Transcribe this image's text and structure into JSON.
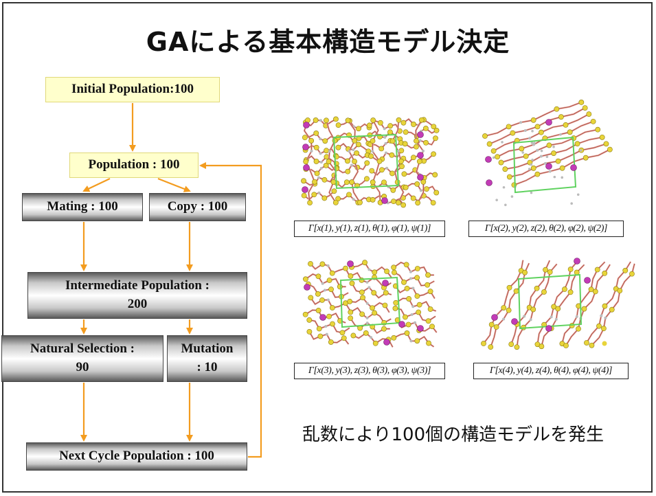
{
  "slide": {
    "title": "GAによる基本構造モデル決定",
    "caption": "乱数により100個の構造モデルを発生"
  },
  "flow": {
    "initial": "Initial Population:100",
    "population": "Population : 100",
    "mating": "Mating : 100",
    "copy": "Copy : 100",
    "intermediate_line1": "Intermediate Population :",
    "intermediate_line2": "200",
    "selection_line1": "Natural Selection :",
    "selection_line2": "90",
    "mutation_line1": "Mutation",
    "mutation_line2": ": 10",
    "next_cycle": "Next Cycle Population : 100"
  },
  "models": [
    {
      "formula": "Γ[x(1), y(1), z(1), θ(1), φ(1), ψ(1)]"
    },
    {
      "formula": "Γ[x(2), y(2), z(2), θ(2), φ(2), ψ(2)]"
    },
    {
      "formula": "Γ[x(3), y(3), z(3), θ(3), φ(3), ψ(3)]"
    },
    {
      "formula": "Γ[x(4), y(4), z(4), θ(4), φ(4), ψ(4)]"
    }
  ],
  "colors": {
    "arrow": "#f39c1f",
    "atom_yellow": "#e8d43a",
    "atom_magenta": "#c23bb6",
    "bond_pink": "#e8a39a",
    "cell_green": "#5fd25f"
  }
}
